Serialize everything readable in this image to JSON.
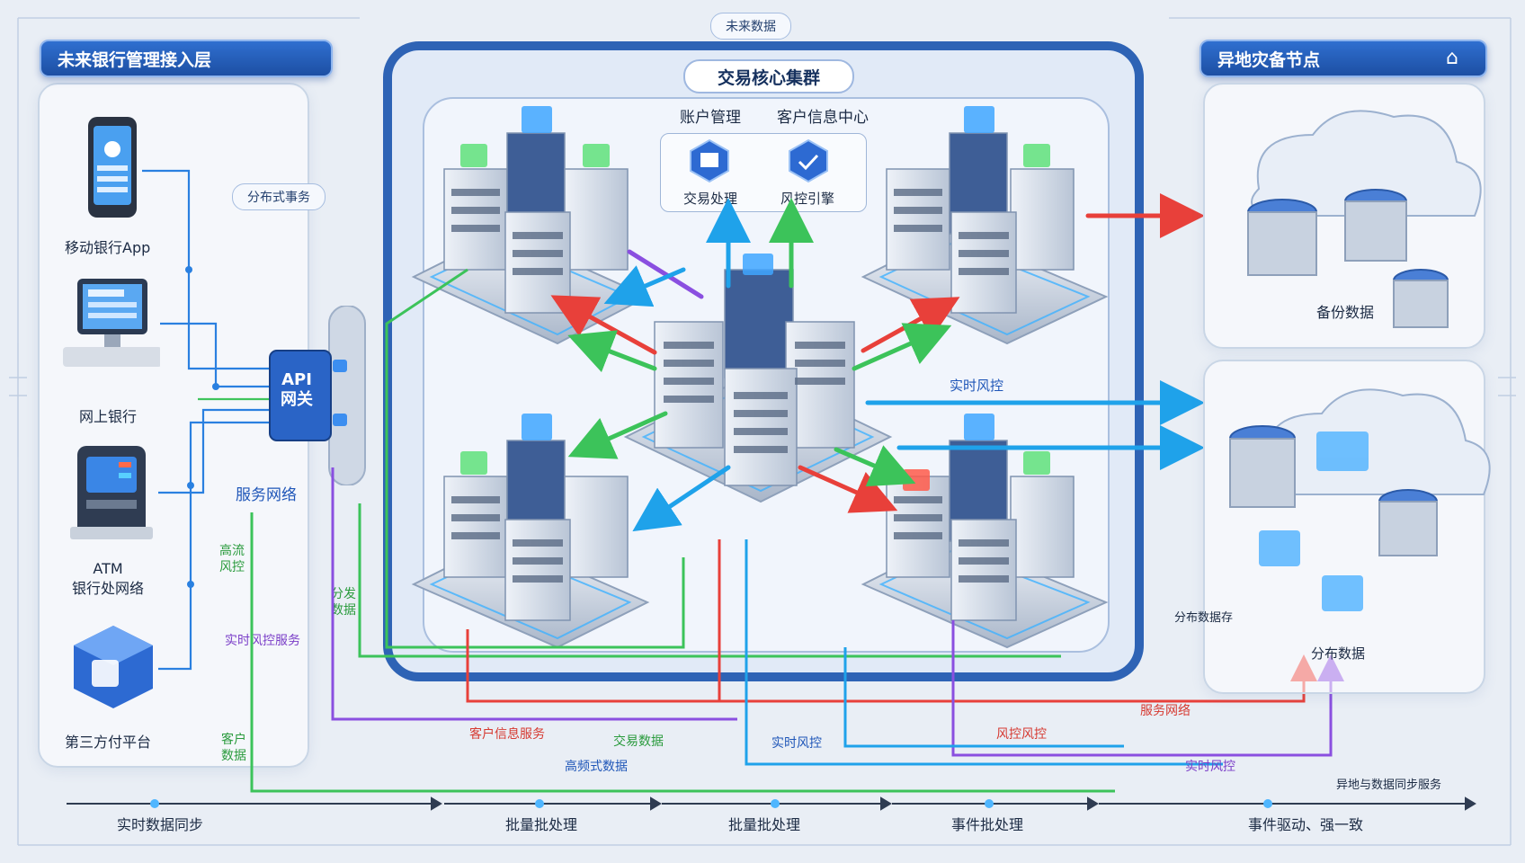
{
  "header": {
    "top_badge": "未来数据",
    "left_title": "未来银行管理接入层",
    "center_title": "交易核心集群",
    "right_title": "异地灾备节点"
  },
  "channels": [
    {
      "label": "移动银行App",
      "icon": "phone-icon"
    },
    {
      "label": "网上银行",
      "icon": "desktop-icon"
    },
    {
      "label": "ATM\n银行处网络",
      "icon": "atm-icon"
    },
    {
      "label": "第三方付平台",
      "icon": "api-cube-icon"
    }
  ],
  "left_labels": {
    "distributed_tx": "分布式事务",
    "gateway": "API网关",
    "service_mesh": "服务网络",
    "high_risk": "高流\n风控",
    "split": "分发\n数据",
    "real_risk": "实时风控服务",
    "customer": "客户\n数据"
  },
  "center_labels": {
    "account_mgmt": "账户管理",
    "customer_info": "客户信息中心",
    "tx_processing": "交易处理",
    "risk_engine": "风控引擎",
    "realtime_risk": "实时风控"
  },
  "right_labels": {
    "backup": "备份数据",
    "distributed_data": "分布数据",
    "storage": "分布数据存"
  },
  "bottom_flow_labels": {
    "customer_service": "客户信息服务",
    "tx_data": "交易数据",
    "realtime_risk": "实时风控",
    "risk_control": "风控风控",
    "service_mesh": "服务网络",
    "high_tx": "高频式数据",
    "realtime_ctrl": "实时风控",
    "sync_note": "异地与数据同步服务"
  },
  "timeline": [
    "实时数据同步",
    "批量批处理",
    "批量批处理",
    "事件批处理",
    "事件驱动、强一致"
  ],
  "colors": {
    "primary": "#2e63b5",
    "red": "#e8403a",
    "green": "#3cc35a",
    "purple": "#8a4fe0",
    "cyan": "#1fa2ea"
  }
}
